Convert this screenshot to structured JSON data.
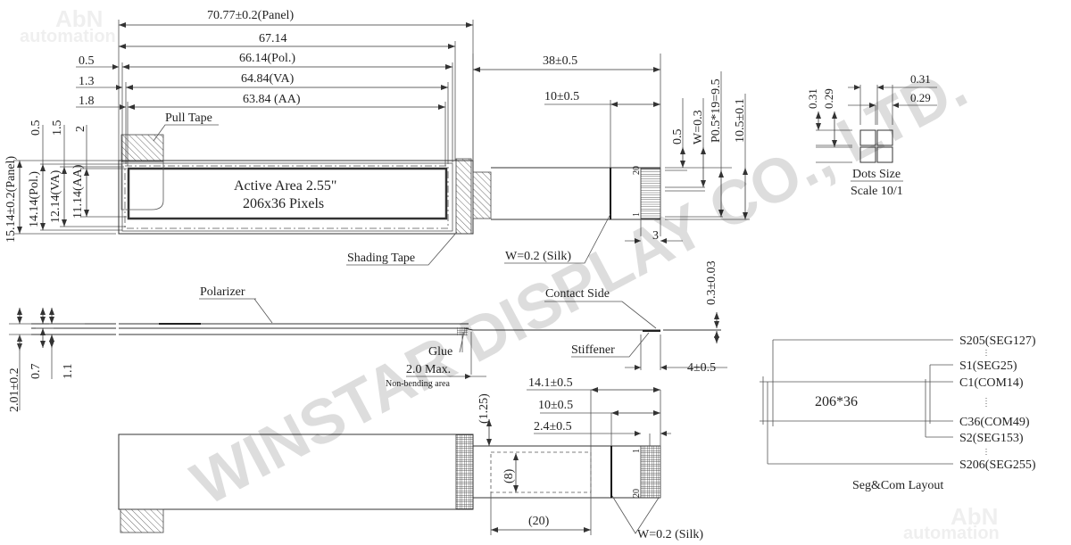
{
  "top_view": {
    "dim_panel": "70.77±0.2(Panel)",
    "dim_6714": "67.14",
    "dim_pol": "66.14(Pol.)",
    "dim_va": "64.84(VA)",
    "dim_aa": "63.84 (AA)",
    "off_05": "0.5",
    "off_13": "1.3",
    "off_18": "1.8",
    "v_05": "0.5",
    "v_15": "1.5",
    "v_2": "2",
    "h_panel": "15.14±0.2(Panel)",
    "h_pol": "14.14(Pol.)",
    "h_va": "12.14(VA)",
    "h_aa": "11.14(AA)",
    "pull_tape": "Pull Tape",
    "active_area": "Active Area 2.55\"",
    "pixels": "206x36 Pixels",
    "shading_tape": "Shading Tape",
    "fpc_len": "38±0.5",
    "fpc_10": "10±0.5",
    "pin_05": "0.5",
    "pin_w": "W=0.3",
    "pin_pitch": "P0.5*19=9.5",
    "fpc_width": "10.5±0.1",
    "contact_3": "3",
    "silk": "W=0.2 (Silk)",
    "pin_20": "20",
    "pin_1": "1"
  },
  "dots": {
    "h_031": "0.31",
    "h_029": "0.29",
    "v_031": "0.31",
    "v_029": "0.29",
    "title": "Dots Size",
    "scale": "Scale 10/1"
  },
  "side_view": {
    "polarizer": "Polarizer",
    "t_total": "2.01±0.2",
    "t_07": "0.7",
    "t_11": "1.1",
    "glue": "Glue",
    "max": "2.0 Max.",
    "non_bending": "Non-bending area",
    "contact_side": "Contact Side",
    "stiffener": "Stiffener",
    "stiff_len": "4±0.5",
    "fpc_thick": "0.3±0.03"
  },
  "bottom_view": {
    "d_125": "(1.25)",
    "d_8": "(8)",
    "d_20": "(20)",
    "d_141": "14.1±0.5",
    "d_10": "10±0.5",
    "d_24": "2.4±0.5",
    "silk": "W=0.2 (Silk)",
    "pin_1": "1",
    "pin_20": "20"
  },
  "seg_com": {
    "matrix": "206*36",
    "s205": "S205(SEG127)",
    "s1": "S1(SEG25)",
    "c1": "C1(COM14)",
    "c36": "C36(COM49)",
    "s2": "S2(SEG153)",
    "s206": "S206(SEG255)",
    "title": "Seg&Com Layout"
  },
  "watermark": "WINSTAR DISPLAY CO., LTD.",
  "logo": {
    "line1": "AbN",
    "line2": "automation"
  }
}
